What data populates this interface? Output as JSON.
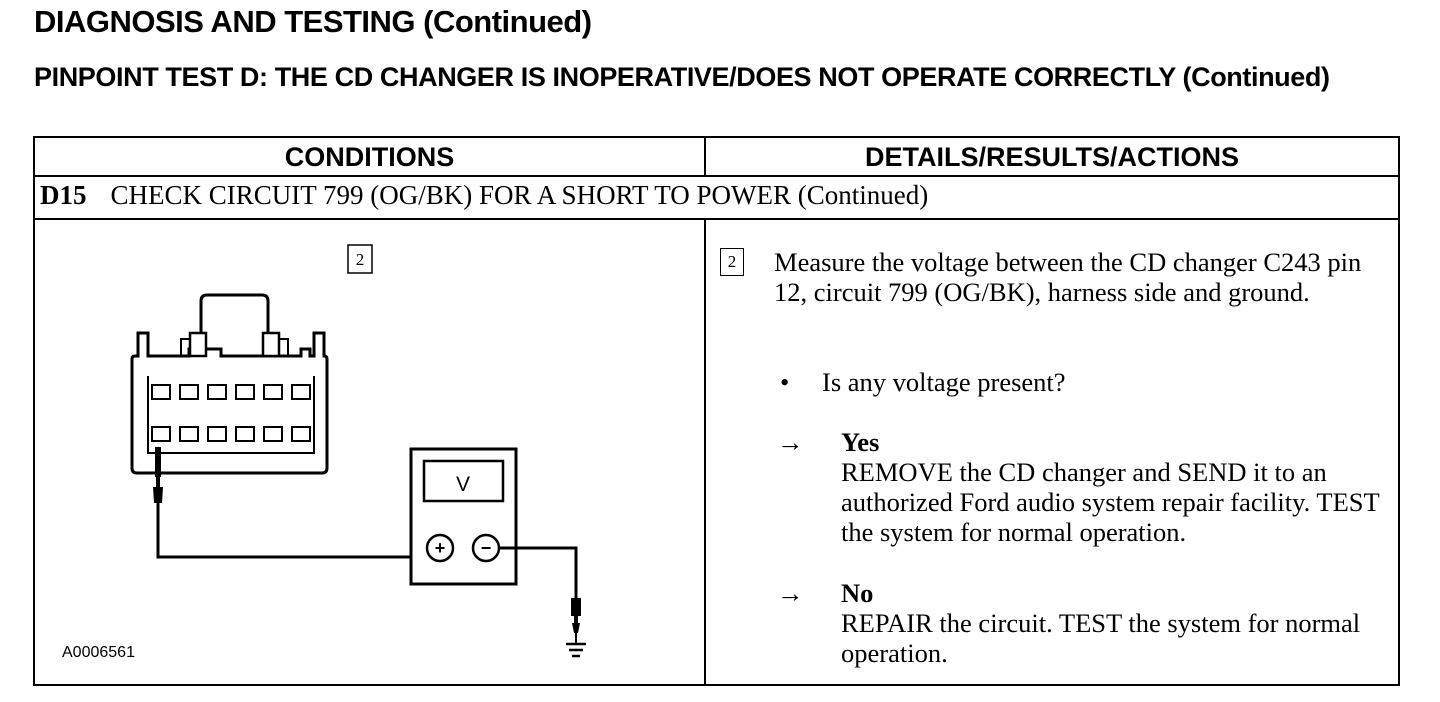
{
  "header": {
    "title": "DIAGNOSIS AND TESTING (Continued)",
    "subtitle": "PINPOINT TEST D:  THE CD CHANGER IS INOPERATIVE/DOES NOT OPERATE CORRECTLY (Continued)"
  },
  "table": {
    "col_conditions": "CONDITIONS",
    "col_details": "DETAILS/RESULTS/ACTIONS",
    "step_id": "D15",
    "step_title": "CHECK CIRCUIT 799 (OG/BK) FOR A SHORT TO POWER (Continued)"
  },
  "diagram": {
    "step_box": "2",
    "meter_display": "V",
    "plus_symbol": "+",
    "minus_symbol": "−",
    "figure_id": "A0006561",
    "icons": [
      "connector-c243",
      "voltmeter",
      "ground-symbol",
      "probe"
    ]
  },
  "details": {
    "step_box": "2",
    "instruction": "Measure the voltage between the CD changer C243 pin 12, circuit 799 (OG/BK), harness side and ground.",
    "question_bullet": "•",
    "question": "Is any voltage present?",
    "arrow": "→",
    "yes_label": "Yes",
    "yes_action": "REMOVE the CD changer and SEND it to an authorized Ford audio system repair facility. TEST the system for normal operation.",
    "no_label": "No",
    "no_action": "REPAIR the circuit. TEST the system for normal operation."
  }
}
